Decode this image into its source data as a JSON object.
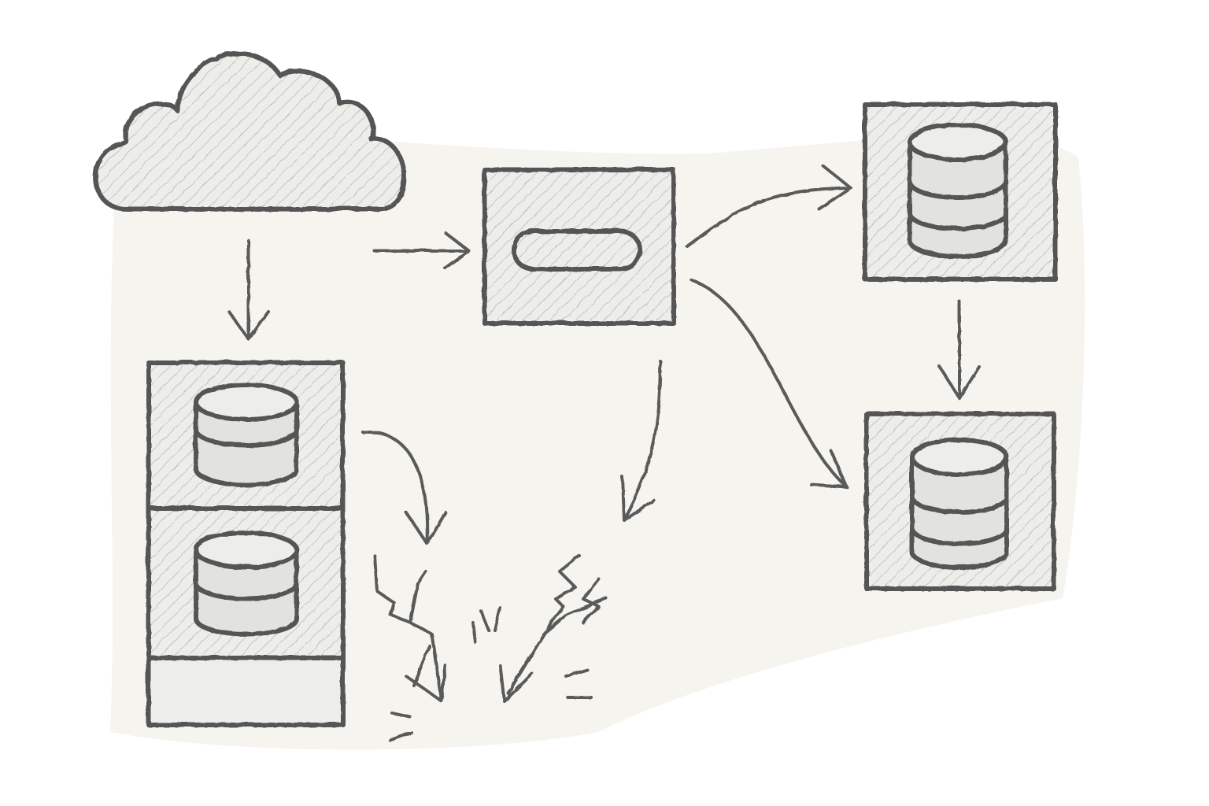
{
  "diagram": {
    "style": "hand-drawn pencil sketch",
    "colors": {
      "paper": "#f5f4ee",
      "ink": "#555555",
      "hatch": "#bdbdbd",
      "fill": "#ececea"
    },
    "nodes": [
      {
        "id": "cloud",
        "icon": "cloud-icon"
      },
      {
        "id": "gateway",
        "icon": "pill-icon"
      },
      {
        "id": "db-top-right",
        "icon": "database-icon"
      },
      {
        "id": "db-bottom-right",
        "icon": "database-icon"
      },
      {
        "id": "db-stack-left",
        "icon": "database-icon",
        "count": 2
      }
    ],
    "edges": [
      {
        "from": "cloud",
        "to": "db-stack-left"
      },
      {
        "from": "cloud",
        "to": "gateway"
      },
      {
        "from": "gateway",
        "to": "db-top-right"
      },
      {
        "from": "gateway",
        "to": "db-bottom-right"
      },
      {
        "from": "db-top-right",
        "to": "db-bottom-right"
      },
      {
        "from": "db-stack-left",
        "to": "failure",
        "broken": true
      },
      {
        "from": "gateway",
        "to": "failure",
        "broken": true
      }
    ]
  }
}
